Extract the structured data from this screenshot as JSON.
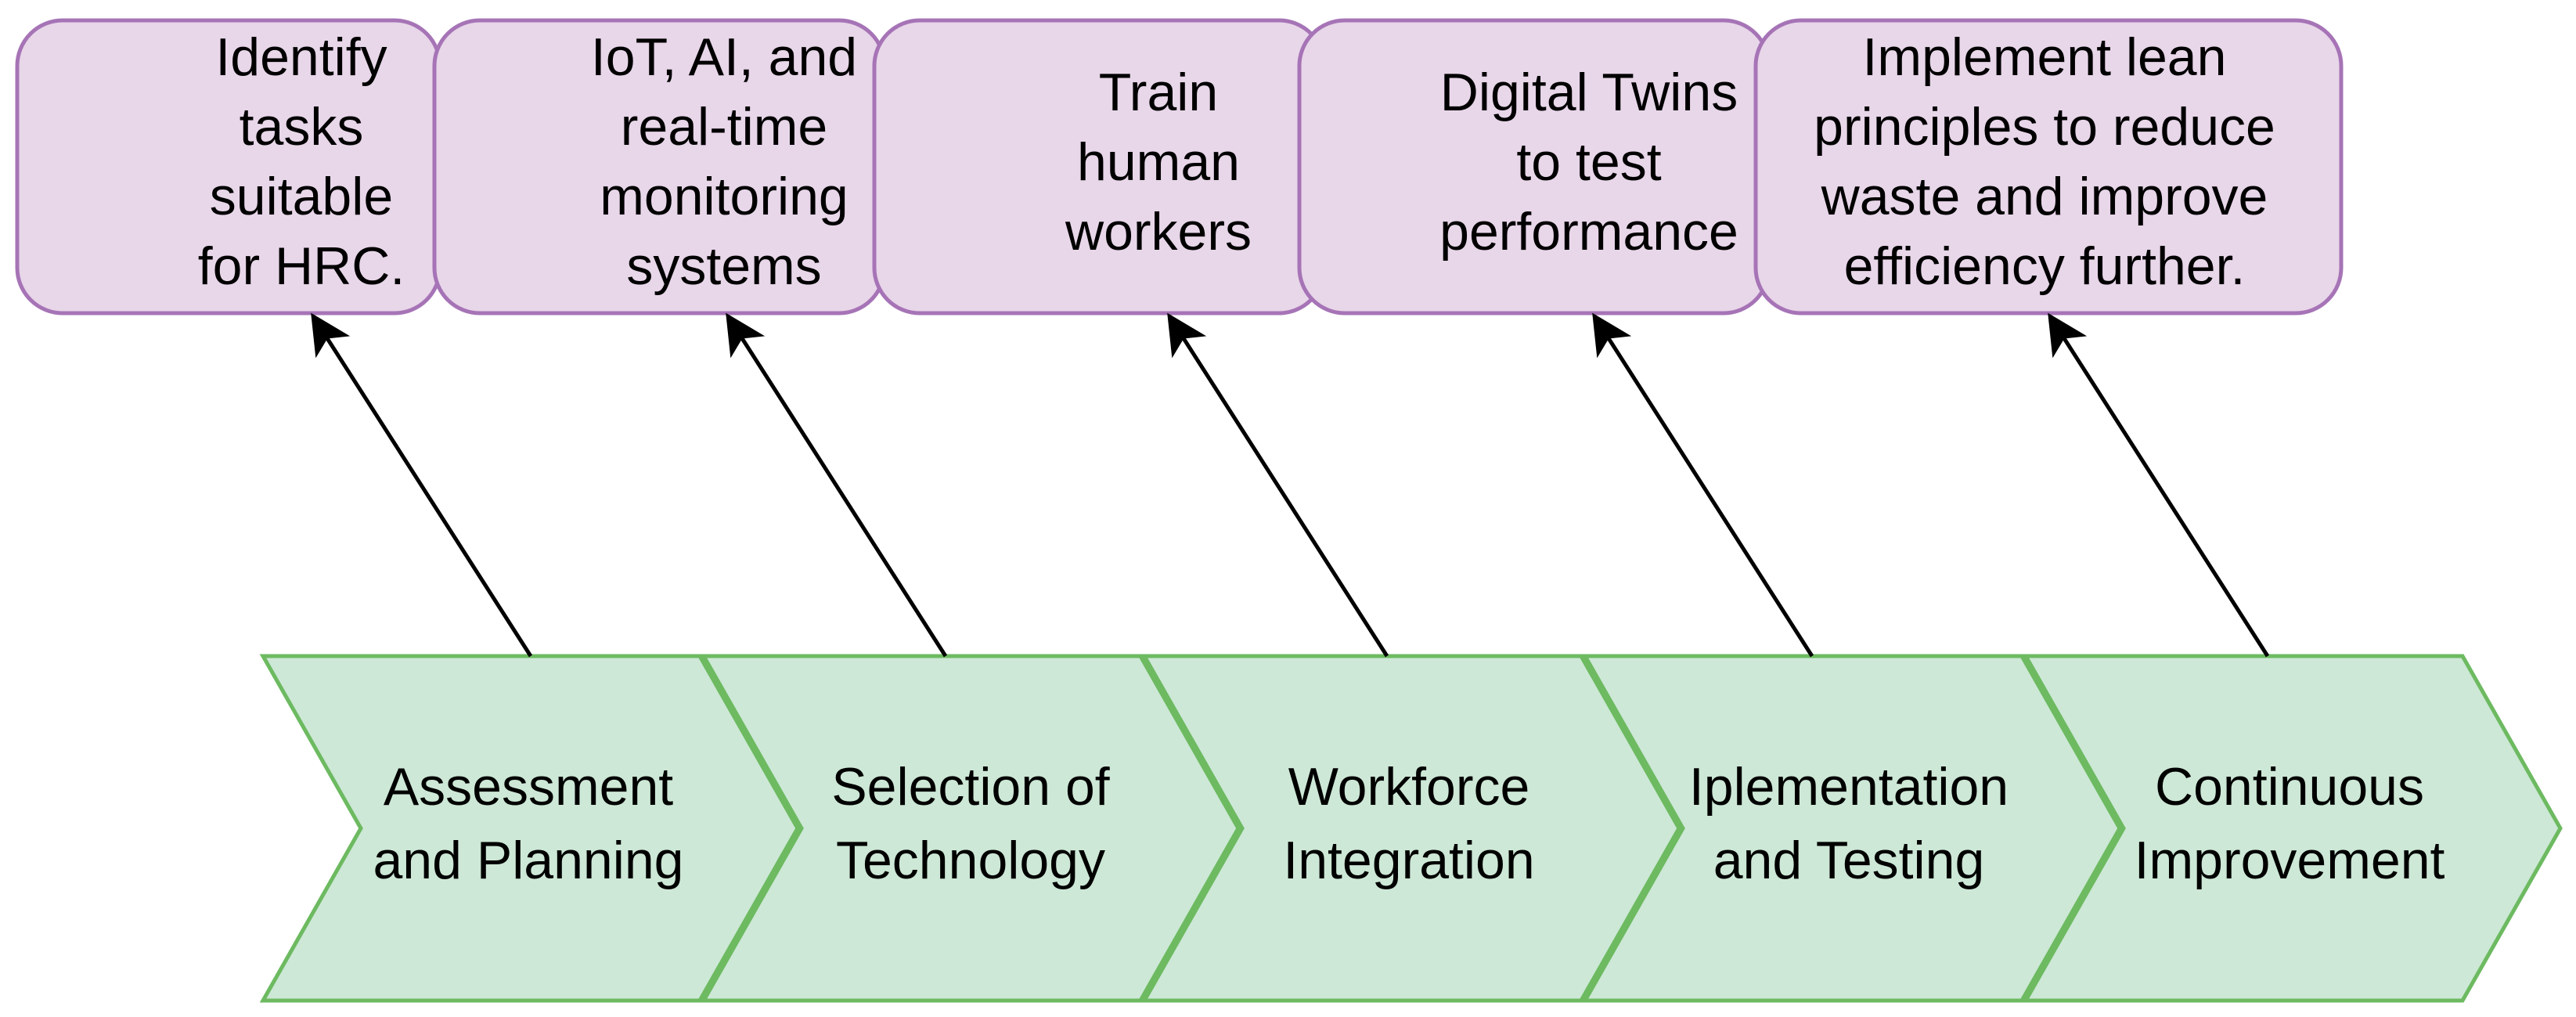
{
  "colors": {
    "note_fill": "#e8d6e9",
    "note_stroke": "#a674b6",
    "step_fill": "#cde8d6",
    "step_stroke": "#6dba61",
    "arrow": "#000000",
    "text": "#000000"
  },
  "notes": [
    {
      "lines": [
        "Identify",
        "tasks",
        "suitable",
        "for HRC."
      ]
    },
    {
      "lines": [
        "IoT, AI, and",
        "real-time",
        "monitoring",
        "systems"
      ]
    },
    {
      "lines": [
        "Train",
        "human",
        "workers"
      ]
    },
    {
      "lines": [
        "Digital Twins",
        "to test",
        "performance"
      ]
    },
    {
      "lines": [
        "Implement lean",
        "principles to reduce",
        "waste and improve",
        "efficiency further."
      ]
    }
  ],
  "steps": [
    {
      "lines": [
        "Assessment",
        "and Planning"
      ]
    },
    {
      "lines": [
        "Selection of",
        "Technology"
      ]
    },
    {
      "lines": [
        "Workforce",
        "Integration"
      ]
    },
    {
      "lines": [
        "Iplementation",
        "and Testing"
      ]
    },
    {
      "lines": [
        "Continuous",
        "Improvement"
      ]
    }
  ]
}
